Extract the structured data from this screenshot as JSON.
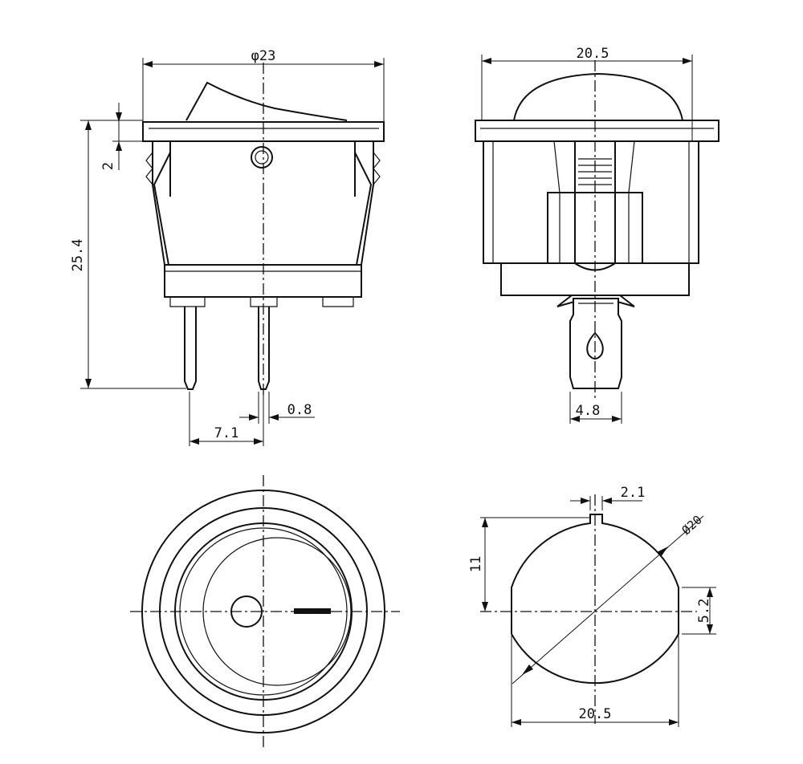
{
  "dimensions": {
    "side_diameter": "φ23",
    "side_height": "25.4",
    "side_rocker": "2",
    "side_pin_pitch": "7.1",
    "side_pin_thickness": "0.8",
    "front_width": "20.5",
    "front_pin_width": "4.8",
    "cutout_tab": "2.1",
    "cutout_diameter": "Ø20",
    "cutout_height": "11",
    "cutout_flat": "5.2",
    "cutout_width": "20.5"
  },
  "colors": {
    "line": "#111111",
    "background": "#ffffff"
  }
}
